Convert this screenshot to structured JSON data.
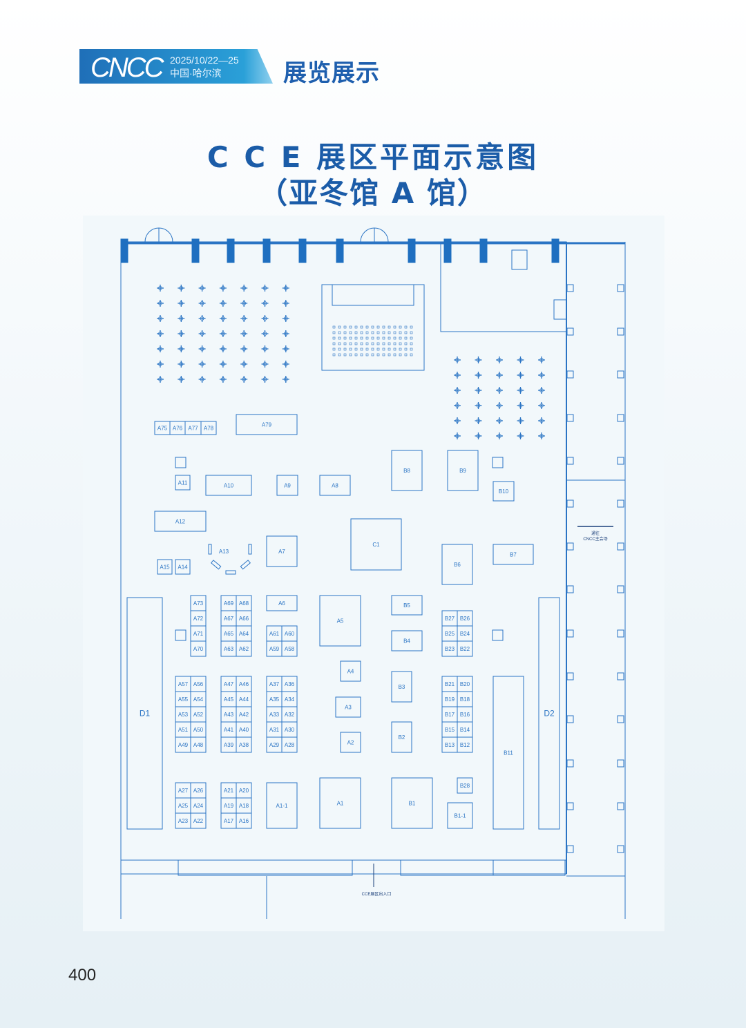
{
  "header": {
    "logo": "CNCC",
    "date": "2025/10/22—25",
    "city": "中国·哈尔滨",
    "section": "展览展示"
  },
  "title": {
    "line1": "C C E 展区平面示意图",
    "line2": "（亚冬馆 A 馆）"
  },
  "labels": {
    "to_main": "通往",
    "to_main2": "CNCC主会场",
    "entrance": "CCE展区出入口"
  },
  "page_number": "400",
  "booths": [
    {
      "id": "A75",
      "label": "A75"
    },
    {
      "id": "A76",
      "label": "A76"
    },
    {
      "id": "A77",
      "label": "A77"
    },
    {
      "id": "A78",
      "label": "A78"
    },
    {
      "id": "A79",
      "label": "A79"
    },
    {
      "id": "A11",
      "label": "A11"
    },
    {
      "id": "A10",
      "label": "A10"
    },
    {
      "id": "A9",
      "label": "A9"
    },
    {
      "id": "A8",
      "label": "A8"
    },
    {
      "id": "B8",
      "label": "B8"
    },
    {
      "id": "B9",
      "label": "B9"
    },
    {
      "id": "B10",
      "label": "B10"
    },
    {
      "id": "A12",
      "label": "A12"
    },
    {
      "id": "A13",
      "label": "A13"
    },
    {
      "id": "A7",
      "label": "A7"
    },
    {
      "id": "C1",
      "label": "C1"
    },
    {
      "id": "B6",
      "label": "B6"
    },
    {
      "id": "B7",
      "label": "B7"
    },
    {
      "id": "A15",
      "label": "A15"
    },
    {
      "id": "A14",
      "label": "A14"
    },
    {
      "id": "A73",
      "label": "A73"
    },
    {
      "id": "A72",
      "label": "A72"
    },
    {
      "id": "A71",
      "label": "A71"
    },
    {
      "id": "A70",
      "label": "A70"
    },
    {
      "id": "A69",
      "label": "A69"
    },
    {
      "id": "A68",
      "label": "A68"
    },
    {
      "id": "A67",
      "label": "A67"
    },
    {
      "id": "A66",
      "label": "A66"
    },
    {
      "id": "A65",
      "label": "A65"
    },
    {
      "id": "A64",
      "label": "A64"
    },
    {
      "id": "A63",
      "label": "A63"
    },
    {
      "id": "A62",
      "label": "A62"
    },
    {
      "id": "A6",
      "label": "A6"
    },
    {
      "id": "A61",
      "label": "A61"
    },
    {
      "id": "A60",
      "label": "A60"
    },
    {
      "id": "A59",
      "label": "A59"
    },
    {
      "id": "A58",
      "label": "A58"
    },
    {
      "id": "A5",
      "label": "A5"
    },
    {
      "id": "B5",
      "label": "B5"
    },
    {
      "id": "B4",
      "label": "B4"
    },
    {
      "id": "B27",
      "label": "B27"
    },
    {
      "id": "B26",
      "label": "B26"
    },
    {
      "id": "B25",
      "label": "B25"
    },
    {
      "id": "B24",
      "label": "B24"
    },
    {
      "id": "B23",
      "label": "B23"
    },
    {
      "id": "B22",
      "label": "B22"
    },
    {
      "id": "D1",
      "label": "D1"
    },
    {
      "id": "D2",
      "label": "D2"
    },
    {
      "id": "A57",
      "label": "A57"
    },
    {
      "id": "A56",
      "label": "A56"
    },
    {
      "id": "A55",
      "label": "A55"
    },
    {
      "id": "A54",
      "label": "A54"
    },
    {
      "id": "A53",
      "label": "A53"
    },
    {
      "id": "A52",
      "label": "A52"
    },
    {
      "id": "A51",
      "label": "A51"
    },
    {
      "id": "A50",
      "label": "A50"
    },
    {
      "id": "A49",
      "label": "A49"
    },
    {
      "id": "A48",
      "label": "A48"
    },
    {
      "id": "A47",
      "label": "A47"
    },
    {
      "id": "A46",
      "label": "A46"
    },
    {
      "id": "A45",
      "label": "A45"
    },
    {
      "id": "A44",
      "label": "A44"
    },
    {
      "id": "A43",
      "label": "A43"
    },
    {
      "id": "A42",
      "label": "A42"
    },
    {
      "id": "A41",
      "label": "A41"
    },
    {
      "id": "A40",
      "label": "A40"
    },
    {
      "id": "A39",
      "label": "A39"
    },
    {
      "id": "A38",
      "label": "A38"
    },
    {
      "id": "A37",
      "label": "A37"
    },
    {
      "id": "A36",
      "label": "A36"
    },
    {
      "id": "A35",
      "label": "A35"
    },
    {
      "id": "A34",
      "label": "A34"
    },
    {
      "id": "A33",
      "label": "A33"
    },
    {
      "id": "A32",
      "label": "A32"
    },
    {
      "id": "A31",
      "label": "A31"
    },
    {
      "id": "A30",
      "label": "A30"
    },
    {
      "id": "A29",
      "label": "A29"
    },
    {
      "id": "A28",
      "label": "A28"
    },
    {
      "id": "A4",
      "label": "A4"
    },
    {
      "id": "A3",
      "label": "A3"
    },
    {
      "id": "A2",
      "label": "A2"
    },
    {
      "id": "B3",
      "label": "B3"
    },
    {
      "id": "B2",
      "label": "B2"
    },
    {
      "id": "B21",
      "label": "B21"
    },
    {
      "id": "B20",
      "label": "B20"
    },
    {
      "id": "B19",
      "label": "B19"
    },
    {
      "id": "B18",
      "label": "B18"
    },
    {
      "id": "B17",
      "label": "B17"
    },
    {
      "id": "B16",
      "label": "B16"
    },
    {
      "id": "B15",
      "label": "B15"
    },
    {
      "id": "B14",
      "label": "B14"
    },
    {
      "id": "B13",
      "label": "B13"
    },
    {
      "id": "B12",
      "label": "B12"
    },
    {
      "id": "B11",
      "label": "B11"
    },
    {
      "id": "A27",
      "label": "A27"
    },
    {
      "id": "A26",
      "label": "A26"
    },
    {
      "id": "A25",
      "label": "A25"
    },
    {
      "id": "A24",
      "label": "A24"
    },
    {
      "id": "A23",
      "label": "A23"
    },
    {
      "id": "A22",
      "label": "A22"
    },
    {
      "id": "A21",
      "label": "A21"
    },
    {
      "id": "A20",
      "label": "A20"
    },
    {
      "id": "A19",
      "label": "A19"
    },
    {
      "id": "A18",
      "label": "A18"
    },
    {
      "id": "A17",
      "label": "A17"
    },
    {
      "id": "A16",
      "label": "A16"
    },
    {
      "id": "A1-1",
      "label": "A1-1"
    },
    {
      "id": "A1",
      "label": "A1"
    },
    {
      "id": "B1",
      "label": "B1"
    },
    {
      "id": "B28",
      "label": "B28"
    },
    {
      "id": "B1-1",
      "label": "B1-1"
    }
  ],
  "colors": {
    "line": "#2a74c4",
    "title": "#1b5ca8",
    "pillar": "#1f6fc0"
  }
}
